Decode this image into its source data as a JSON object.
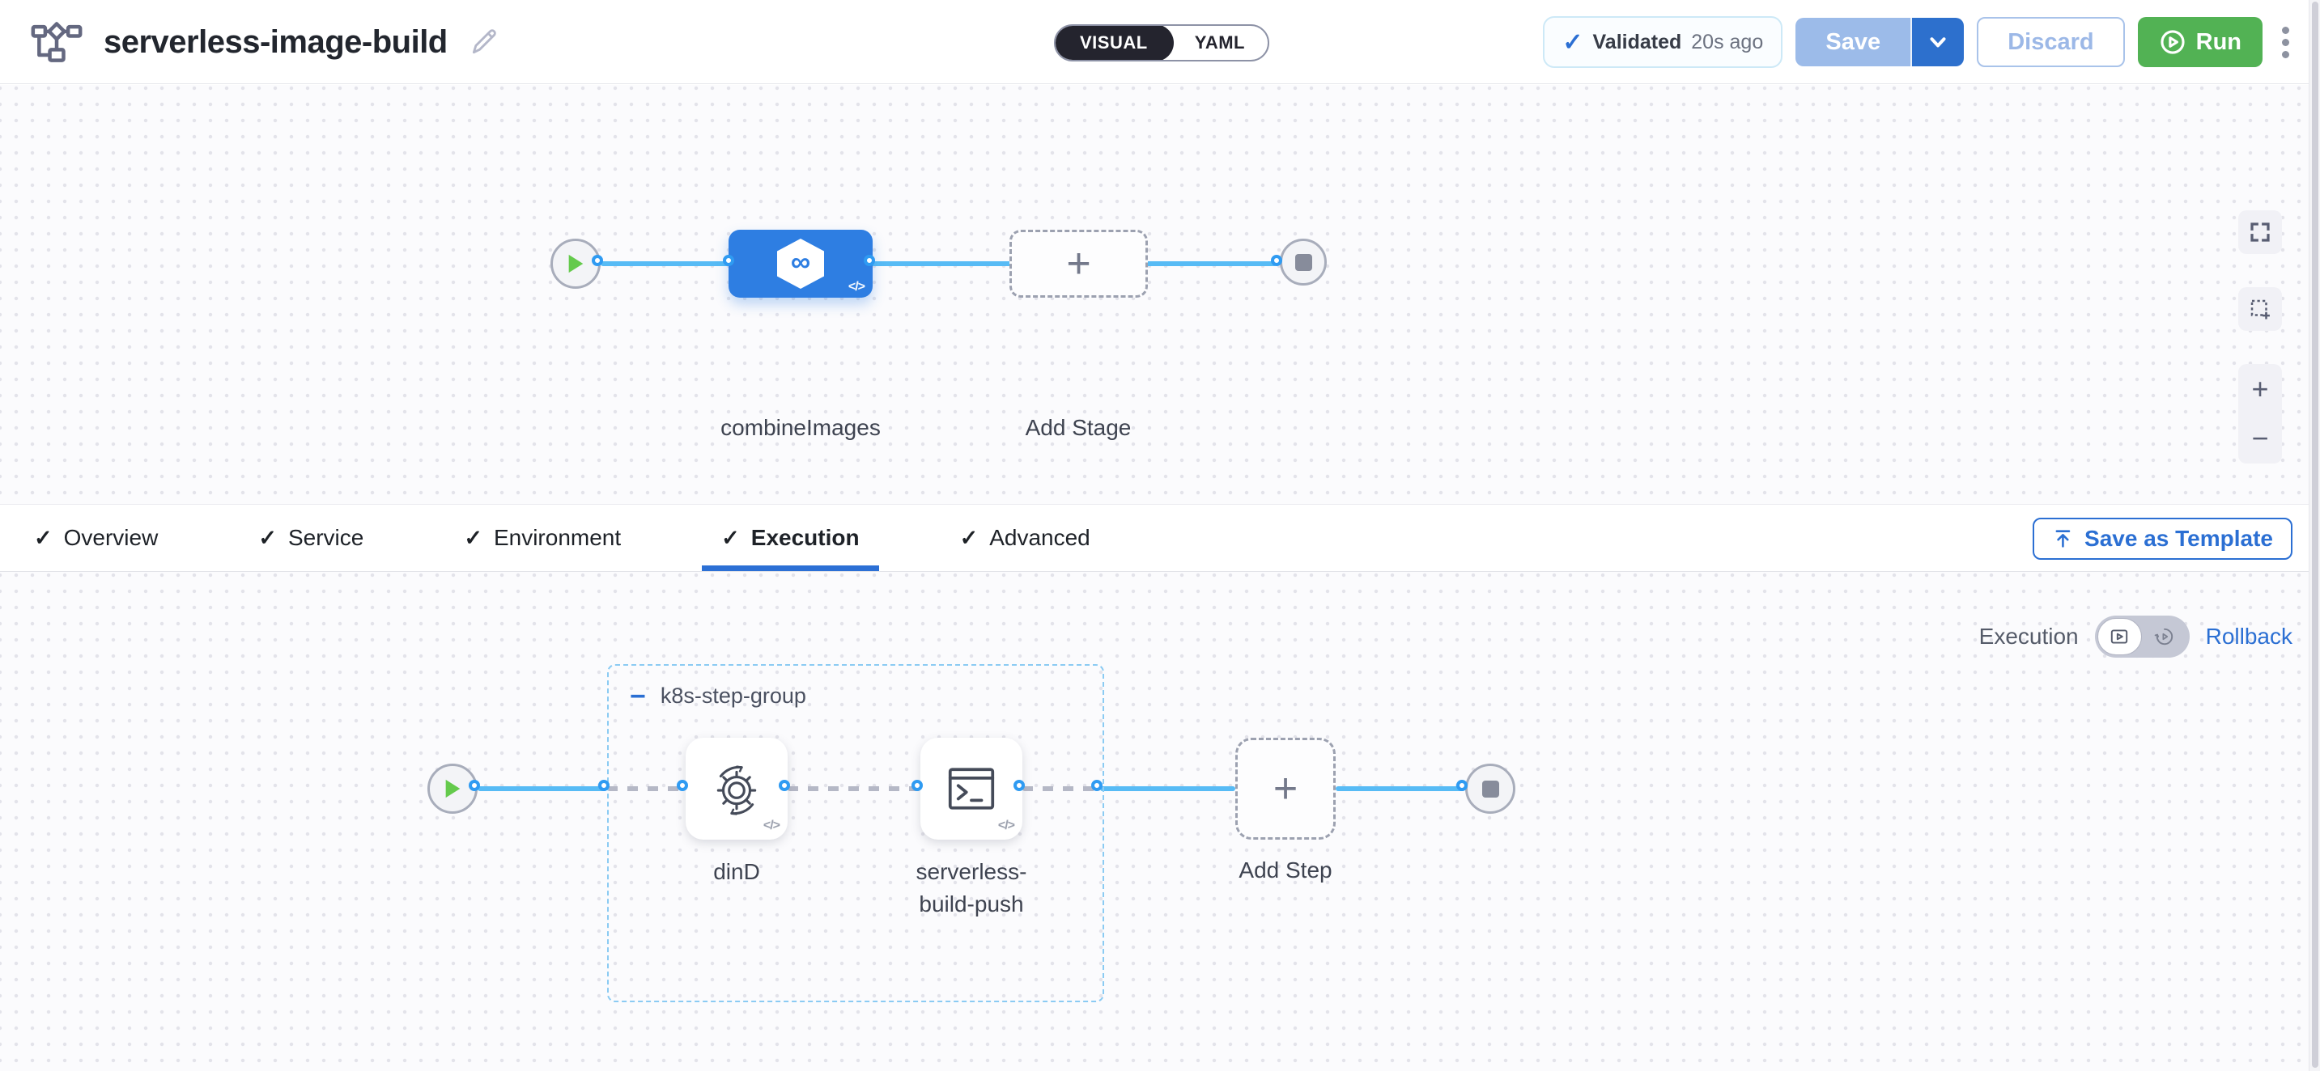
{
  "header": {
    "title": "serverless-image-build",
    "mode_toggle": {
      "visual_label": "VISUAL",
      "yaml_label": "YAML",
      "active": "VISUAL"
    },
    "validated_badge": {
      "label": "Validated",
      "time": "20s ago"
    },
    "save_button": "Save",
    "discard_button": "Discard",
    "run_button": "Run"
  },
  "pipeline_canvas": {
    "stage_label": "combineImages",
    "add_stage_label": "Add Stage"
  },
  "tab_bar": {
    "tabs": [
      {
        "label": "Overview",
        "checked": true,
        "active": false
      },
      {
        "label": "Service",
        "checked": true,
        "active": false
      },
      {
        "label": "Environment",
        "checked": true,
        "active": false
      },
      {
        "label": "Execution",
        "checked": true,
        "active": true
      },
      {
        "label": "Advanced",
        "checked": true,
        "active": false
      }
    ],
    "save_as_template_button": "Save as Template"
  },
  "execution_canvas": {
    "mode_label": "Execution",
    "rollback_label": "Rollback",
    "step_group": {
      "label": "k8s-step-group"
    },
    "steps": [
      {
        "label": "dinD"
      },
      {
        "label": "serverless-build-push"
      }
    ],
    "add_step_label": "Add Step"
  },
  "glyphs": {
    "check": "✓",
    "plus": "+",
    "minus": "−",
    "infinity": "∞",
    "code": "</>",
    "zoom_in": "+",
    "zoom_out": "−"
  },
  "colors": {
    "accent_blue": "#2b6fd3",
    "node_blue": "#2e7ee2",
    "flow_blue": "#57bbf5",
    "connector_blue": "#2f9bf2",
    "run_green": "#52b254",
    "start_green": "#64ca4c",
    "tab_underline": "#2c70d5",
    "group_border": "#8bcbf3",
    "canvas_bg": "#fbfbfd"
  }
}
